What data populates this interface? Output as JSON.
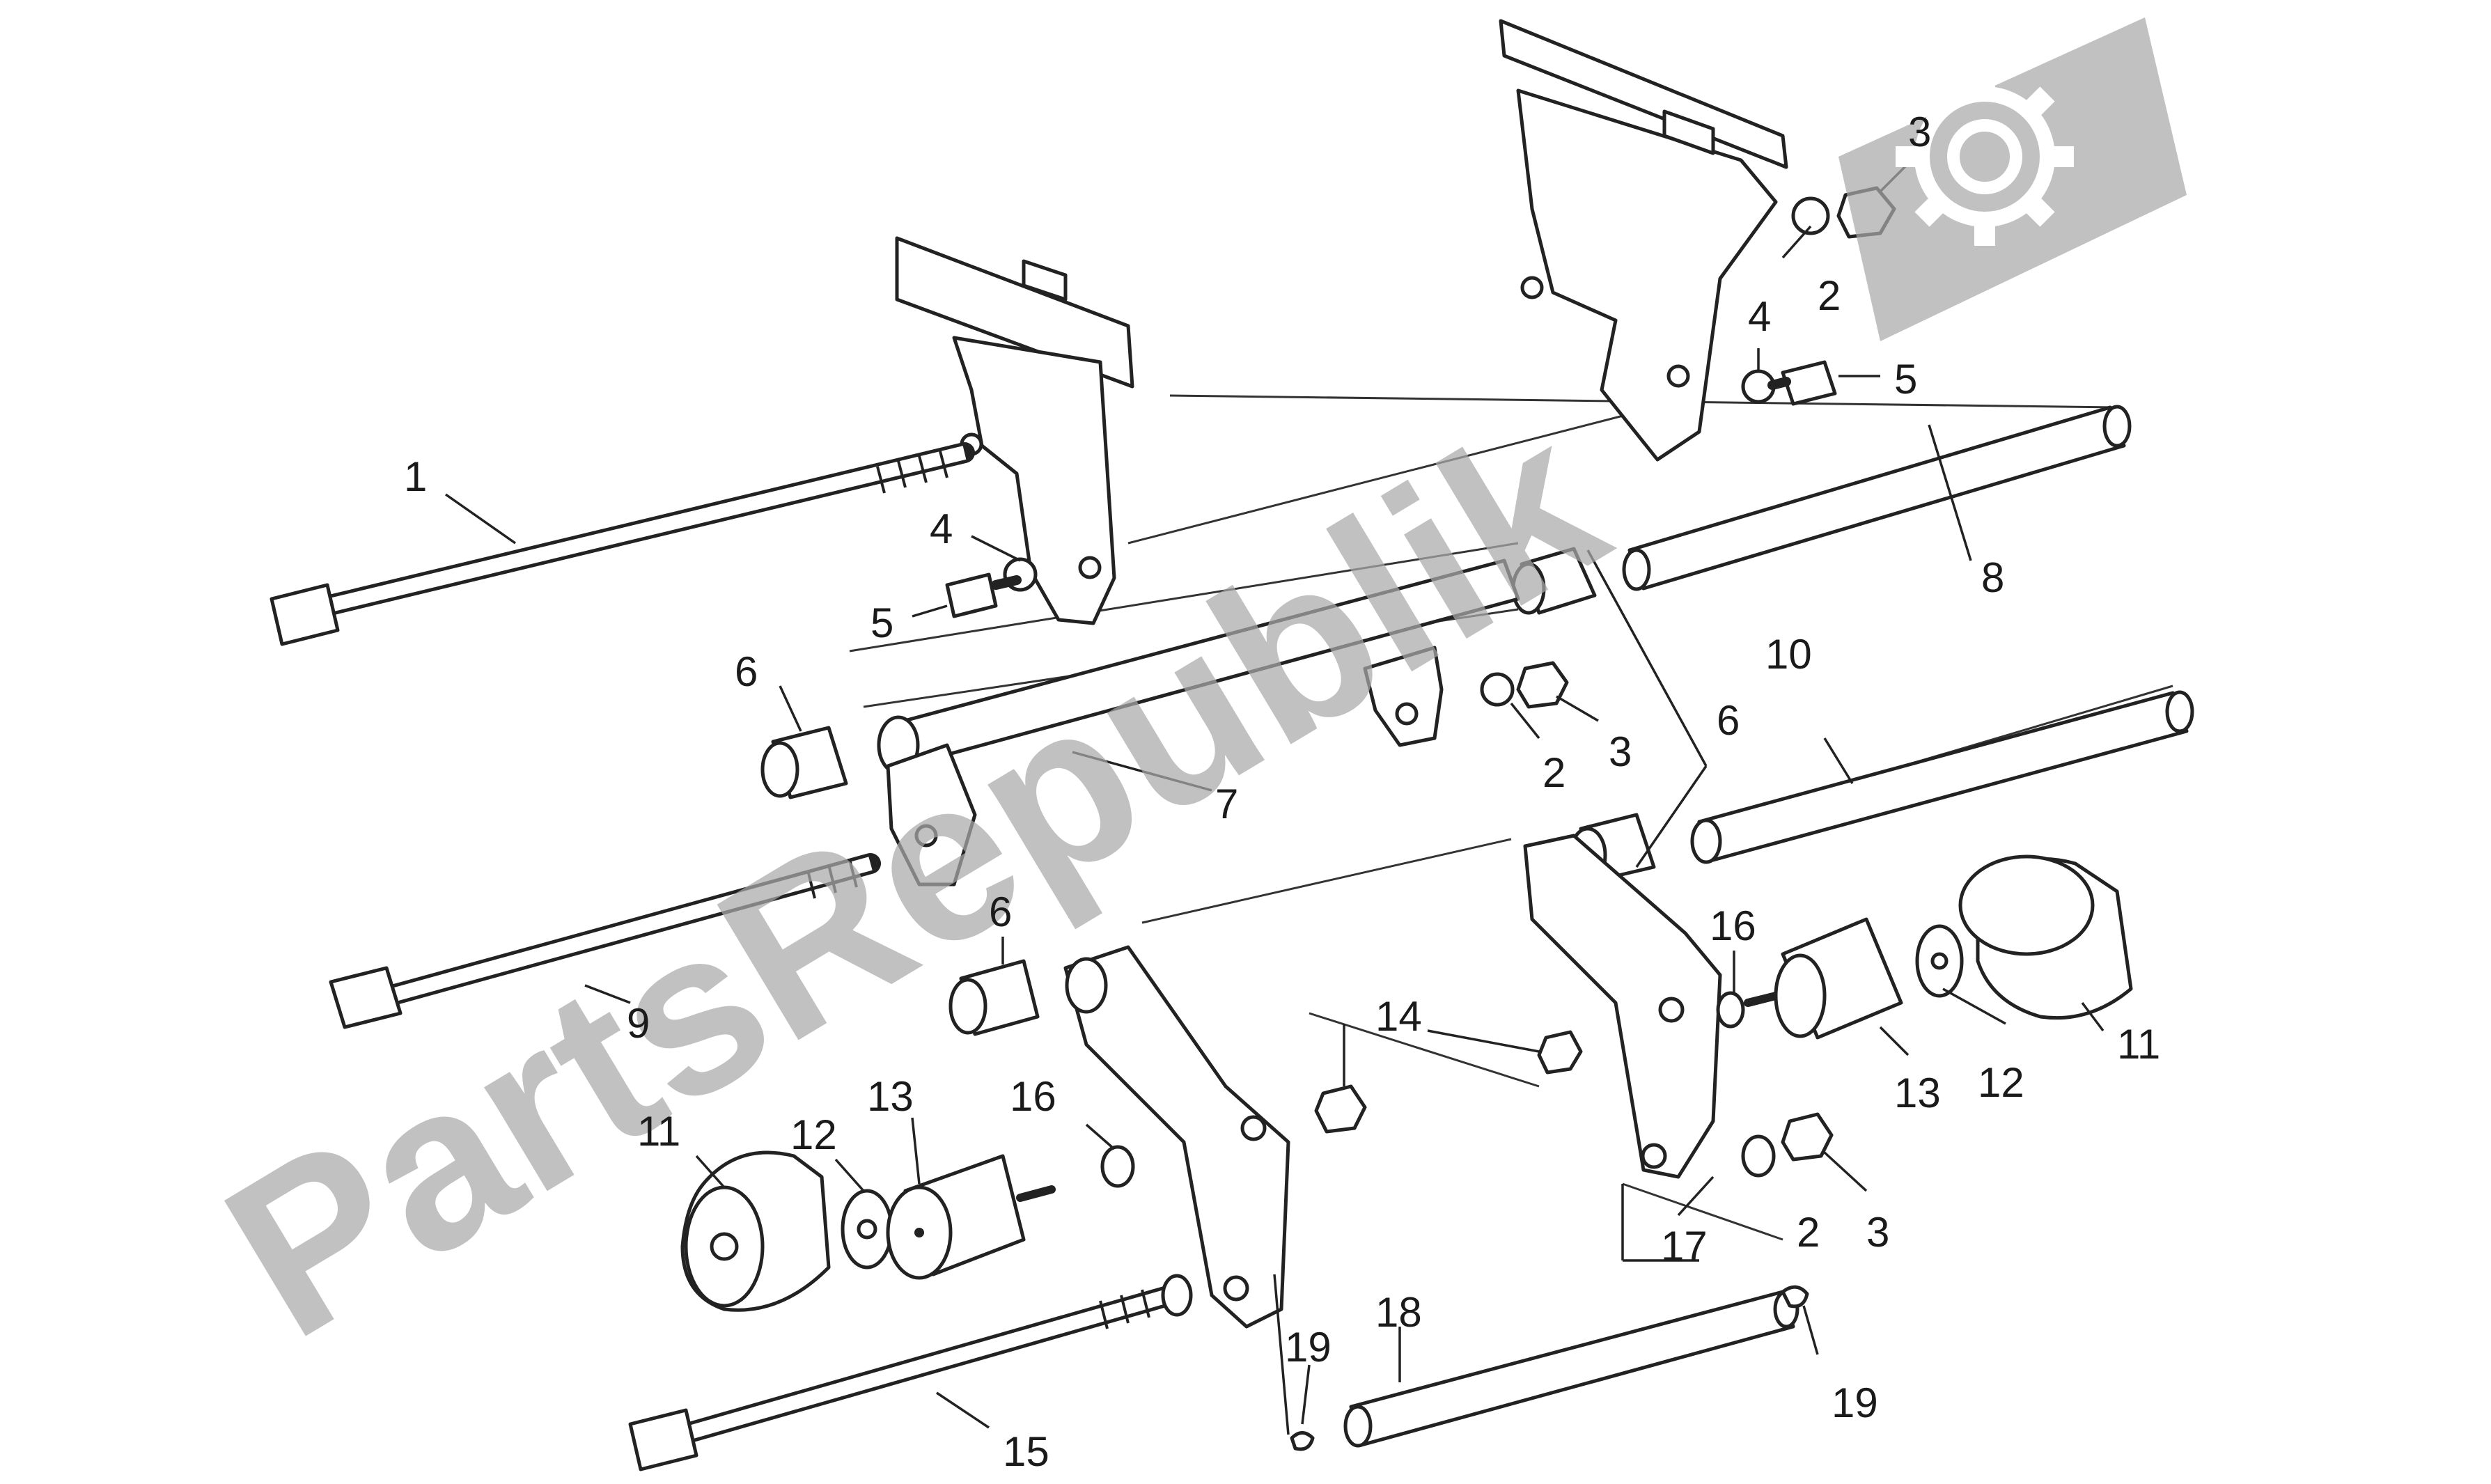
{
  "diagram": {
    "type": "exploded-parts-diagram",
    "callouts": [
      {
        "id": "c1a",
        "label": "1"
      },
      {
        "id": "c2a",
        "label": "2"
      },
      {
        "id": "c3a",
        "label": "3"
      },
      {
        "id": "c4a",
        "label": "4"
      },
      {
        "id": "c5a",
        "label": "5"
      },
      {
        "id": "c4b",
        "label": "4"
      },
      {
        "id": "c5b",
        "label": "5"
      },
      {
        "id": "c8a",
        "label": "8"
      },
      {
        "id": "c6a",
        "label": "6"
      },
      {
        "id": "c2b",
        "label": "2"
      },
      {
        "id": "c3b",
        "label": "3"
      },
      {
        "id": "c6b",
        "label": "6"
      },
      {
        "id": "c10a",
        "label": "10"
      },
      {
        "id": "c7a",
        "label": "7"
      },
      {
        "id": "c6c",
        "label": "6"
      },
      {
        "id": "c9a",
        "label": "9"
      },
      {
        "id": "c16a",
        "label": "16"
      },
      {
        "id": "c14a",
        "label": "14"
      },
      {
        "id": "c11a",
        "label": "11"
      },
      {
        "id": "c12a",
        "label": "12"
      },
      {
        "id": "c13a",
        "label": "13"
      },
      {
        "id": "c16b",
        "label": "16"
      },
      {
        "id": "c13b",
        "label": "13"
      },
      {
        "id": "c12b",
        "label": "12"
      },
      {
        "id": "c11b",
        "label": "11"
      },
      {
        "id": "c2c",
        "label": "2"
      },
      {
        "id": "c3c",
        "label": "3"
      },
      {
        "id": "c17a",
        "label": "17"
      },
      {
        "id": "c18a",
        "label": "18"
      },
      {
        "id": "c19a",
        "label": "19"
      },
      {
        "id": "c19b",
        "label": "19"
      },
      {
        "id": "c15a",
        "label": "15"
      }
    ]
  },
  "watermark": {
    "text": "PartsRepublik",
    "color": "#a9a9a9",
    "icon": "gear-icon"
  },
  "colors": {
    "line": "#222222",
    "background": "#ffffff",
    "watermark": "#a9a9a9"
  }
}
